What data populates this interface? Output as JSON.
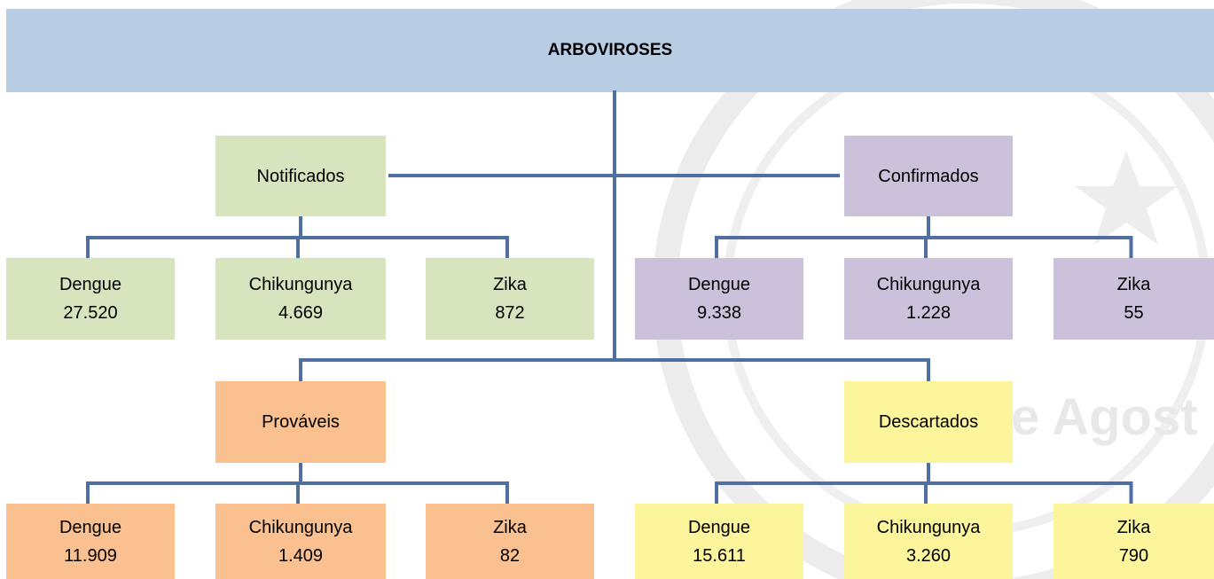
{
  "title": "ARBOVIROSES",
  "colors": {
    "title_bg": "#b8cce4",
    "connector": "#4f6fa0",
    "watermark": "#e6e6e6"
  },
  "watermark_text": "e Agost",
  "groups": [
    {
      "id": "notificados",
      "label": "Notificados",
      "color": "#d7e4bd",
      "items": [
        {
          "name": "Dengue",
          "value": "27.520"
        },
        {
          "name": "Chikungunya",
          "value": "4.669"
        },
        {
          "name": "Zika",
          "value": "872"
        }
      ]
    },
    {
      "id": "confirmados",
      "label": "Confirmados",
      "color": "#ccc1da",
      "items": [
        {
          "name": "Dengue",
          "value": "9.338"
        },
        {
          "name": "Chikungunya",
          "value": "1.228"
        },
        {
          "name": "Zika",
          "value": "55"
        }
      ]
    },
    {
      "id": "provaveis",
      "label": "Prováveis",
      "color": "#fac090",
      "items": [
        {
          "name": "Dengue",
          "value": "11.909"
        },
        {
          "name": "Chikungunya",
          "value": "1.409"
        },
        {
          "name": "Zika",
          "value": "82"
        }
      ]
    },
    {
      "id": "descartados",
      "label": "Descartados",
      "color": "#fdf59c",
      "items": [
        {
          "name": "Dengue",
          "value": "15.611"
        },
        {
          "name": "Chikungunya",
          "value": "3.260"
        },
        {
          "name": "Zika",
          "value": "790"
        }
      ]
    }
  ]
}
